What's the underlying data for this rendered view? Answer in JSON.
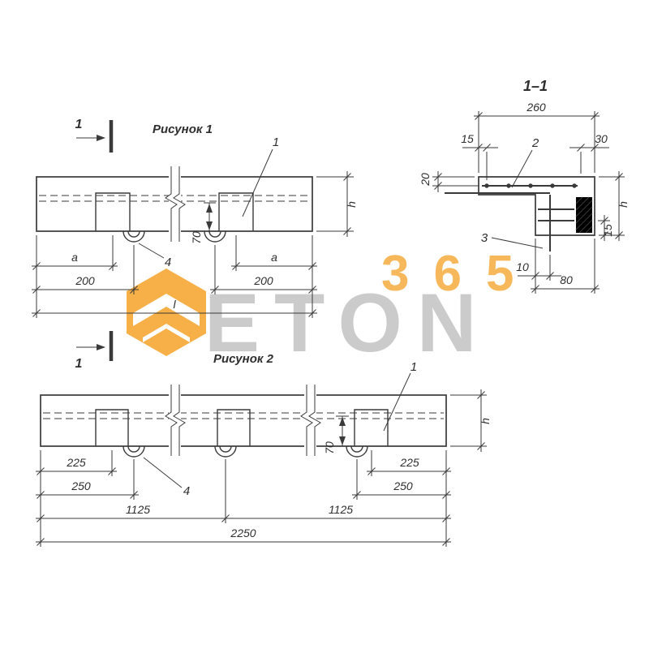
{
  "colors": {
    "line": "#3a3a3a",
    "accent_orange": "#f6a52f",
    "watermark_gray": "#c9c9c9"
  },
  "watermark": {
    "number": "365",
    "brand": "ETON"
  },
  "figure1": {
    "title": "Рисунок 1",
    "section_mark": "1",
    "labels": {
      "item1": "1",
      "item4": "4"
    },
    "dims": {
      "a_left": "a",
      "a_right": "a",
      "len200_left": "200",
      "len200_right": "200",
      "total": "l",
      "depth70": "70",
      "height": "h"
    }
  },
  "section11": {
    "title": "1–1",
    "labels": {
      "item2": "2",
      "item3": "3"
    },
    "dims": {
      "width260": "260",
      "off15_top": "15",
      "off30_top": "30",
      "thk20": "20",
      "height": "h",
      "off15_right": "15",
      "off10": "10",
      "width80": "80"
    }
  },
  "figure2": {
    "title": "Рисунок 2",
    "section_mark": "1",
    "labels": {
      "item1": "1",
      "item4": "4"
    },
    "dims": {
      "off225_left": "225",
      "off225_right": "225",
      "off250_left": "250",
      "off250_right": "250",
      "half_left": "1125",
      "half_right": "1125",
      "total": "2250",
      "depth70": "70",
      "height": "h"
    }
  }
}
